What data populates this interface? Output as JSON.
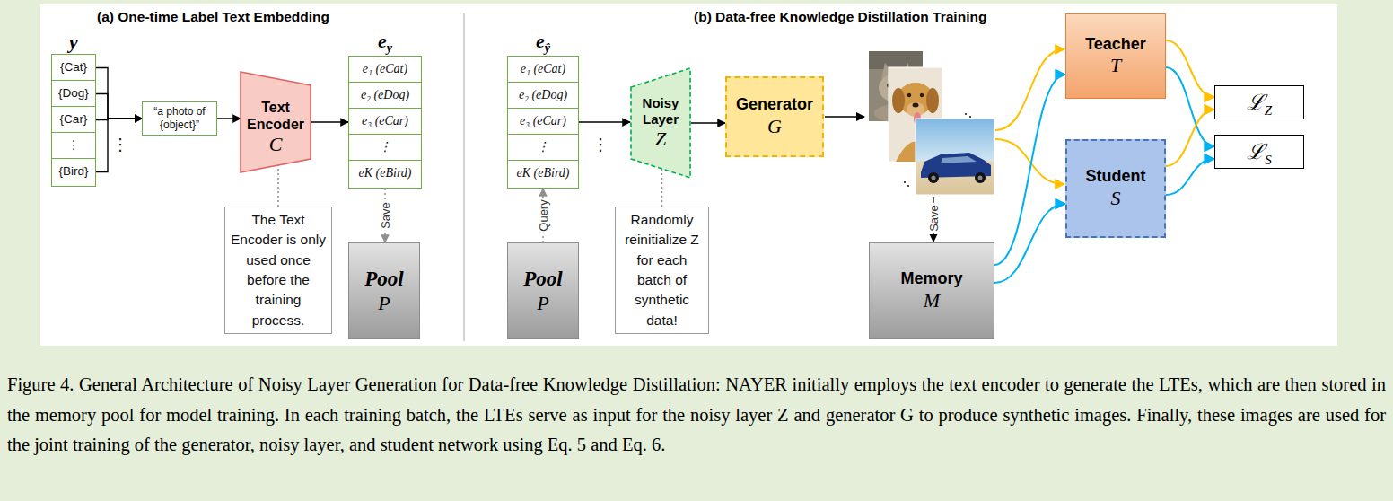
{
  "diagram": {
    "caption": "Figure 4. General Architecture of Noisy Layer Generation for Data-free Knowledge Distillation: NAYER initially employs the text encoder to generate the LTEs, which are then stored in the memory pool for model training. In each training batch, the LTEs serve as input for the noisy layer Z and generator G to produce synthetic images. Finally, these images are used for the joint training of the generator, noisy layer, and student network using Eq. 5 and Eq. 6.",
    "nodes": [
      {
        "text": [
          "y"
        ]
      },
      {
        "text": [
          "{Cat}"
        ],
        "in": 0
      },
      {
        "text": [
          "{Dog}"
        ],
        "in": 0
      },
      {
        "text": [
          "{Car}"
        ],
        "in": 0
      },
      {
        "text": [
          "⋮"
        ],
        "in": 0
      },
      {
        "text": [
          "{Bird}"
        ],
        "in": 0
      },
      {
        "text": [
          "“a photo of {object}”"
        ]
      },
      {
        "text": [
          "Text Encoder",
          "C"
        ]
      },
      {
        "text": [
          "e",
          "y"
        ]
      },
      {
        "text": [
          "e₁ (eCat)"
        ],
        "in": 8
      },
      {
        "text": [
          "e₂ (eDog)"
        ],
        "in": 8
      },
      {
        "text": [
          "e₃ (eCar)"
        ],
        "in": 8
      },
      {
        "text": [
          "⋮"
        ],
        "in": 8
      },
      {
        "text": [
          "eK (eBird)"
        ],
        "in": 8
      },
      {
        "text": [
          "The Text Encoder is only used once before the training process."
        ]
      },
      {
        "text": [
          "Pool",
          "P"
        ]
      },
      {
        "text": [
          "e",
          "ŷ"
        ]
      },
      {
        "text": [
          "e₁ (eCat)"
        ],
        "in": 16
      },
      {
        "text": [
          "e₂ (eDog)"
        ],
        "in": 16
      },
      {
        "text": [
          "e₃ (eCar)"
        ],
        "in": 16
      },
      {
        "text": [
          "⋮"
        ],
        "in": 16
      },
      {
        "text": [
          "eK (eBird)"
        ],
        "in": 16
      },
      {
        "text": [
          "Pool",
          "P"
        ]
      },
      {
        "text": [
          "Noisy Layer",
          "Z"
        ]
      },
      {
        "text": [
          "Randomly reinitialize Z for each batch of synthetic data!"
        ]
      },
      {
        "text": [
          "Generator",
          "G"
        ]
      },
      {
        "text": [
          "Memory",
          "M"
        ]
      },
      {
        "text": [
          "Teacher",
          "T"
        ]
      },
      {
        "text": [
          "Student",
          "S"
        ]
      },
      {
        "text": [
          "ℒ",
          "Z"
        ]
      },
      {
        "text": [
          "ℒ",
          "S"
        ]
      }
    ],
    "edges": [
      {
        "from": 1,
        "to": 6,
        "arrow": "to"
      },
      {
        "from": 2,
        "to": 6,
        "arrow": "to"
      },
      {
        "from": 3,
        "to": 6,
        "arrow": "to"
      },
      {
        "from": 5,
        "to": 6,
        "arrow": "to"
      },
      {
        "from": 6,
        "to": 7,
        "arrow": "to"
      },
      {
        "from": 7,
        "to": 8,
        "arrow": "to"
      },
      {
        "from": 14,
        "to": 7,
        "arrow": "none"
      },
      {
        "from": 8,
        "to": 15,
        "label": "Save",
        "arrow": "to"
      },
      {
        "from": 22,
        "to": 16,
        "label": "Query",
        "arrow": "to"
      },
      {
        "from": 16,
        "to": 23,
        "arrow": "to"
      },
      {
        "from": 24,
        "to": 23,
        "arrow": "none"
      },
      {
        "from": 23,
        "to": 25,
        "arrow": "to"
      },
      {
        "from": 26,
        "to": 27,
        "arrow": "to"
      },
      {
        "from": 26,
        "to": 28,
        "arrow": "to"
      },
      {
        "from": 27,
        "to": 29,
        "arrow": "to"
      },
      {
        "from": 27,
        "to": 30,
        "arrow": "to"
      },
      {
        "from": 28,
        "to": 29,
        "arrow": "to"
      },
      {
        "from": 28,
        "to": 30,
        "arrow": "to"
      }
    ],
    "labels": [
      "(a) One-time Label Text Embedding",
      "(b) Data-free Knowledge Distillation Training",
      "⋮",
      "⋮",
      "Save"
    ]
  }
}
